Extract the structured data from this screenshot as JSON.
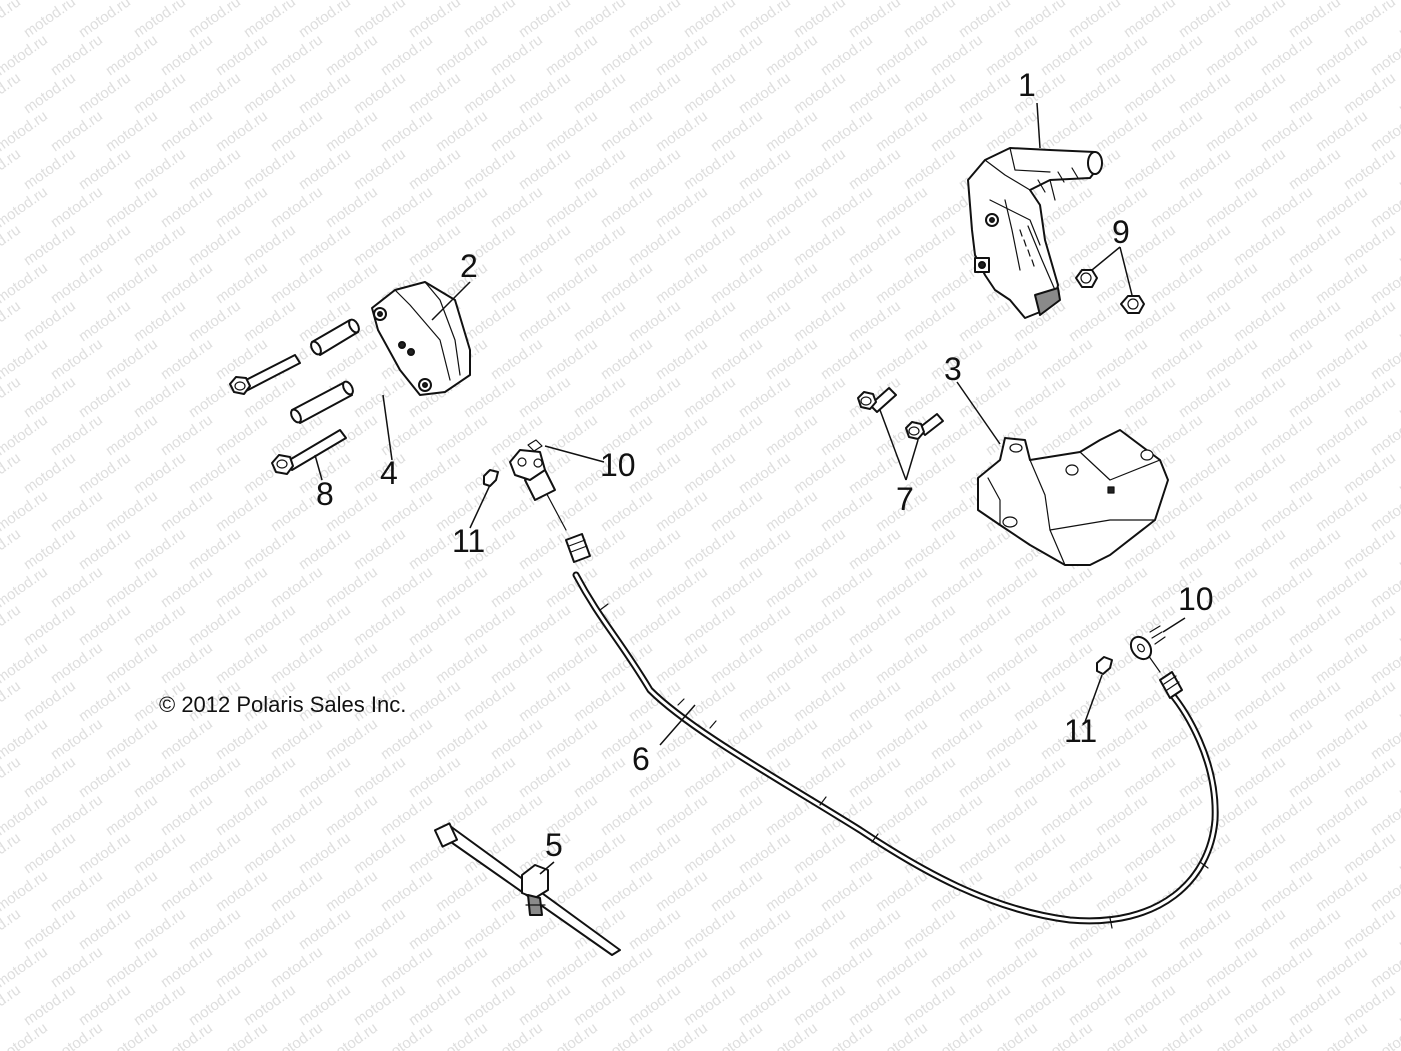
{
  "watermark": "motod.ru",
  "copyright": "© 2012 Polaris Sales Inc.",
  "callouts": {
    "c1": "1",
    "c2": "2",
    "c3": "3",
    "c4": "4",
    "c5": "5",
    "c6": "6",
    "c7": "7",
    "c8": "8",
    "c9": "9",
    "c10a": "10",
    "c10b": "10",
    "c11a": "11",
    "c11b": "11"
  },
  "colors": {
    "line": "#111111",
    "watermark": "#dedede",
    "background": "#ffffff"
  }
}
